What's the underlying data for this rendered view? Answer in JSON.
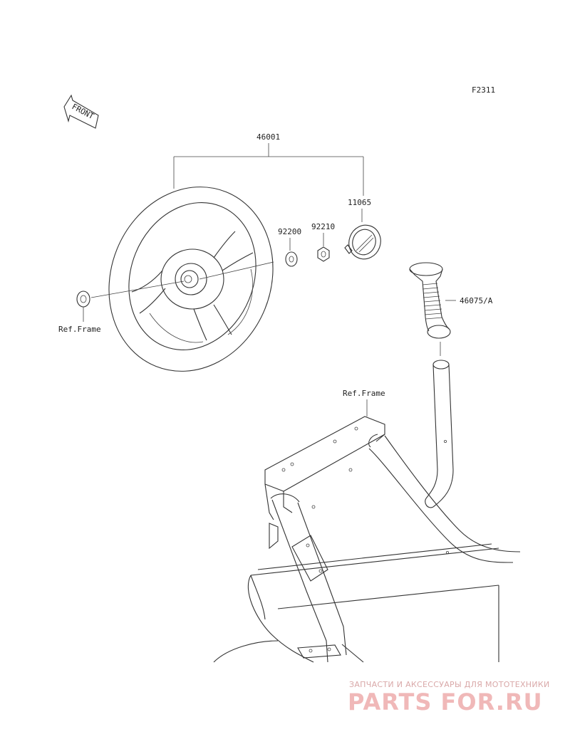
{
  "figure_code": "F2311",
  "front_label": "FRONT",
  "callouts": {
    "steering_wheel_assy": "46001",
    "cap": "11065",
    "washer": "92200",
    "nut": "92210",
    "grip": "46075/A",
    "ref_frame_left": "Ref.Frame",
    "ref_frame_bottom": "Ref.Frame"
  },
  "watermark": {
    "tagline": "ЗАПЧАСТИ И АКСЕССУАРЫ ДЛЯ МОТОТЕХНИКИ",
    "brand": "PARTS FOR.RU"
  }
}
